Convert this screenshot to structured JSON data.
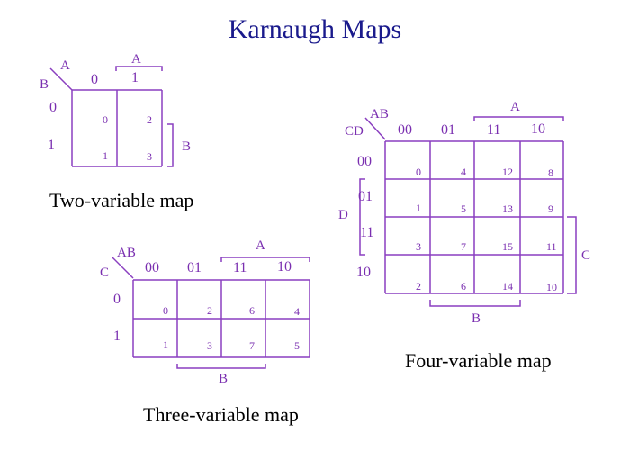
{
  "title": "Karnaugh Maps",
  "two_var": {
    "caption": "Two-variable map",
    "corner_col": "A",
    "corner_row": "B",
    "col_headers": [
      "0",
      "1"
    ],
    "row_headers": [
      "0",
      "1"
    ],
    "top_bracket": "A",
    "side_bracket": "B",
    "cells": [
      "0",
      "2",
      "1",
      "3"
    ]
  },
  "three_var": {
    "caption": "Three-variable map",
    "corner_col": "AB",
    "corner_row": "C",
    "col_headers": [
      "00",
      "01",
      "11",
      "10"
    ],
    "row_headers": [
      "0",
      "1"
    ],
    "top_bracket": "A",
    "bottom_bracket": "B",
    "cells": [
      "0",
      "2",
      "6",
      "4",
      "1",
      "3",
      "7",
      "5"
    ]
  },
  "four_var": {
    "caption": "Four-variable map",
    "corner_col": "AB",
    "corner_row": "CD",
    "col_headers": [
      "00",
      "01",
      "11",
      "10"
    ],
    "row_headers": [
      "00",
      "01",
      "11",
      "10"
    ],
    "top_bracket": "A",
    "left_bracket": "D",
    "right_bracket": "C",
    "bottom_bracket": "B",
    "cells": [
      "0",
      "4",
      "12",
      "8",
      "1",
      "5",
      "13",
      "9",
      "3",
      "7",
      "15",
      "11",
      "2",
      "6",
      "14",
      "10"
    ]
  }
}
